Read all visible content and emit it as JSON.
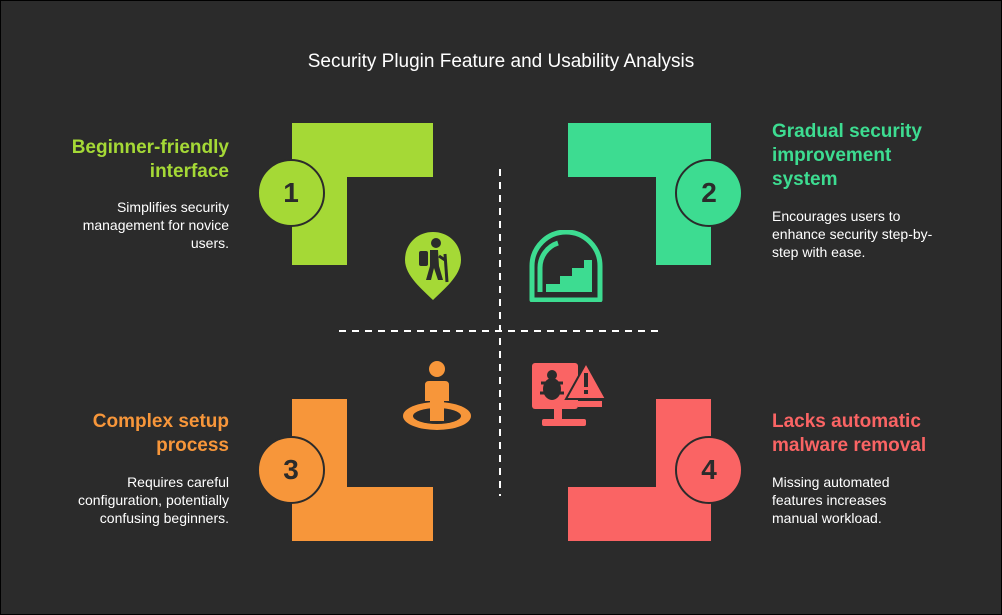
{
  "title": "Security Plugin Feature and Usability Analysis",
  "quadrants": [
    {
      "number": "1",
      "heading": "Beginner-friendly interface",
      "description": "Simplifies security management for novice users.",
      "color": "#a5d936",
      "icon": "hiker-pin-icon"
    },
    {
      "number": "2",
      "heading": "Gradual security improvement system",
      "description": "Encourages users to enhance security step-by-step with ease.",
      "color": "#3ddc91",
      "icon": "steps-arch-icon"
    },
    {
      "number": "3",
      "heading": "Complex setup process",
      "description": "Requires careful configuration, potentially confusing beginners.",
      "color": "#f7963a",
      "icon": "person-target-icon"
    },
    {
      "number": "4",
      "heading": "Lacks automatic malware removal",
      "description": "Missing automated features increases manual workload.",
      "color": "#fa6464",
      "icon": "bug-alert-monitor-icon"
    }
  ]
}
